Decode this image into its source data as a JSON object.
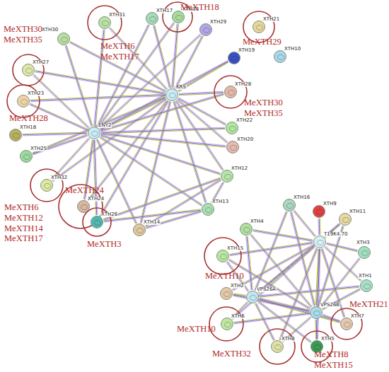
{
  "diagram": {
    "nodes": [
      {
        "text": [
          "XTH31"
        ]
      },
      {
        "text": [
          "XTH17"
        ]
      },
      {
        "text": [
          "XTH33"
        ]
      },
      {
        "text": [
          "XTH29"
        ]
      },
      {
        "text": [
          "XTH30"
        ]
      },
      {
        "text": [
          "XTH21"
        ]
      },
      {
        "text": [
          "XTH10"
        ]
      },
      {
        "text": [
          "XTH19"
        ]
      },
      {
        "text": [
          "XTH27"
        ]
      },
      {
        "text": [
          "KRS"
        ]
      },
      {
        "text": [
          "XTH28"
        ]
      },
      {
        "text": [
          "XTH23"
        ]
      },
      {
        "text": [
          "ENY2"
        ]
      },
      {
        "text": [
          "XTH22"
        ]
      },
      {
        "text": [
          "XTH18"
        ]
      },
      {
        "text": [
          "XTH20"
        ]
      },
      {
        "text": [
          "XTH25"
        ]
      },
      {
        "text": [
          "XTH12"
        ]
      },
      {
        "text": [
          "XTH32"
        ]
      },
      {
        "text": [
          "XTH24"
        ]
      },
      {
        "text": [
          "XTH26"
        ]
      },
      {
        "text": [
          "XTH13"
        ]
      },
      {
        "text": [
          "XTH14"
        ]
      },
      {
        "text": [
          "XTH16"
        ]
      },
      {
        "text": [
          "XTH9"
        ]
      },
      {
        "text": [
          "XTH11"
        ]
      },
      {
        "text": [
          "XTH4"
        ]
      },
      {
        "text": [
          "T19K4.70"
        ]
      },
      {
        "text": [
          "XTH3"
        ]
      },
      {
        "text": [
          "XTH15"
        ]
      },
      {
        "text": [
          "XTH1"
        ]
      },
      {
        "text": [
          "XTH2"
        ]
      },
      {
        "text": [
          "VPS26A"
        ]
      },
      {
        "text": [
          "XTH6"
        ]
      },
      {
        "text": [
          "VPS26B"
        ]
      },
      {
        "text": [
          "XTH7"
        ]
      },
      {
        "text": [
          "XTH8"
        ]
      },
      {
        "text": [
          "XTH5"
        ]
      }
    ],
    "edges": [
      {
        "from": 12,
        "to": 9,
        "arrow": "none"
      },
      {
        "from": 9,
        "to": 0,
        "arrow": "none"
      },
      {
        "from": 9,
        "to": 1,
        "arrow": "none"
      },
      {
        "from": 9,
        "to": 2,
        "arrow": "none"
      },
      {
        "from": 9,
        "to": 3,
        "arrow": "none"
      },
      {
        "from": 9,
        "to": 4,
        "arrow": "none"
      },
      {
        "from": 9,
        "to": 7,
        "arrow": "none"
      },
      {
        "from": 9,
        "to": 8,
        "arrow": "none"
      },
      {
        "from": 9,
        "to": 10,
        "arrow": "none"
      },
      {
        "from": 9,
        "to": 11,
        "arrow": "none"
      },
      {
        "from": 9,
        "to": 13,
        "arrow": "none"
      },
      {
        "from": 9,
        "to": 15,
        "arrow": "none"
      },
      {
        "from": 9,
        "to": 16,
        "arrow": "none"
      },
      {
        "from": 9,
        "to": 17,
        "arrow": "none"
      },
      {
        "from": 9,
        "to": 18,
        "arrow": "none"
      },
      {
        "from": 9,
        "to": 19,
        "arrow": "none"
      },
      {
        "from": 9,
        "to": 20,
        "arrow": "none"
      },
      {
        "from": 9,
        "to": 21,
        "arrow": "none"
      },
      {
        "from": 9,
        "to": 22,
        "arrow": "none"
      },
      {
        "from": 12,
        "to": 0,
        "arrow": "none"
      },
      {
        "from": 12,
        "to": 1,
        "arrow": "none"
      },
      {
        "from": 12,
        "to": 2,
        "arrow": "none"
      },
      {
        "from": 12,
        "to": 3,
        "arrow": "none"
      },
      {
        "from": 12,
        "to": 4,
        "arrow": "none"
      },
      {
        "from": 12,
        "to": 7,
        "arrow": "none"
      },
      {
        "from": 12,
        "to": 8,
        "arrow": "none"
      },
      {
        "from": 12,
        "to": 10,
        "arrow": "none"
      },
      {
        "from": 12,
        "to": 11,
        "arrow": "none"
      },
      {
        "from": 12,
        "to": 13,
        "arrow": "none"
      },
      {
        "from": 12,
        "to": 14,
        "arrow": "none"
      },
      {
        "from": 12,
        "to": 15,
        "arrow": "none"
      },
      {
        "from": 12,
        "to": 16,
        "arrow": "none"
      },
      {
        "from": 12,
        "to": 17,
        "arrow": "none"
      },
      {
        "from": 12,
        "to": 18,
        "arrow": "none"
      },
      {
        "from": 12,
        "to": 19,
        "arrow": "none"
      },
      {
        "from": 12,
        "to": 20,
        "arrow": "none"
      },
      {
        "from": 12,
        "to": 21,
        "arrow": "none"
      },
      {
        "from": 12,
        "to": 22,
        "arrow": "none"
      },
      {
        "from": 17,
        "to": 20,
        "arrow": "none"
      },
      {
        "from": 17,
        "to": 22,
        "arrow": "none"
      },
      {
        "from": 17,
        "to": 21,
        "arrow": "none"
      },
      {
        "from": 21,
        "to": 20,
        "arrow": "none"
      },
      {
        "from": 21,
        "to": 22,
        "arrow": "none"
      },
      {
        "from": 27,
        "to": 32,
        "arrow": "none"
      },
      {
        "from": 27,
        "to": 34,
        "arrow": "none"
      },
      {
        "from": 32,
        "to": 34,
        "arrow": "none"
      },
      {
        "from": 27,
        "to": 23,
        "arrow": "none"
      },
      {
        "from": 27,
        "to": 24,
        "arrow": "none"
      },
      {
        "from": 27,
        "to": 25,
        "arrow": "none"
      },
      {
        "from": 27,
        "to": 26,
        "arrow": "none"
      },
      {
        "from": 27,
        "to": 28,
        "arrow": "none"
      },
      {
        "from": 27,
        "to": 29,
        "arrow": "none"
      },
      {
        "from": 27,
        "to": 30,
        "arrow": "none"
      },
      {
        "from": 27,
        "to": 31,
        "arrow": "none"
      },
      {
        "from": 27,
        "to": 33,
        "arrow": "none"
      },
      {
        "from": 27,
        "to": 35,
        "arrow": "none"
      },
      {
        "from": 27,
        "to": 36,
        "arrow": "none"
      },
      {
        "from": 27,
        "to": 37,
        "arrow": "none"
      },
      {
        "from": 32,
        "to": 23,
        "arrow": "none"
      },
      {
        "from": 32,
        "to": 25,
        "arrow": "none"
      },
      {
        "from": 32,
        "to": 26,
        "arrow": "none"
      },
      {
        "from": 32,
        "to": 29,
        "arrow": "none"
      },
      {
        "from": 32,
        "to": 30,
        "arrow": "none"
      },
      {
        "from": 32,
        "to": 31,
        "arrow": "none"
      },
      {
        "from": 32,
        "to": 33,
        "arrow": "none"
      },
      {
        "from": 32,
        "to": 35,
        "arrow": "none"
      },
      {
        "from": 32,
        "to": 36,
        "arrow": "none"
      },
      {
        "from": 32,
        "to": 37,
        "arrow": "none"
      },
      {
        "from": 34,
        "to": 23,
        "arrow": "none"
      },
      {
        "from": 34,
        "to": 25,
        "arrow": "none"
      },
      {
        "from": 34,
        "to": 26,
        "arrow": "none"
      },
      {
        "from": 34,
        "to": 28,
        "arrow": "none"
      },
      {
        "from": 34,
        "to": 29,
        "arrow": "none"
      },
      {
        "from": 34,
        "to": 30,
        "arrow": "none"
      },
      {
        "from": 34,
        "to": 31,
        "arrow": "none"
      },
      {
        "from": 34,
        "to": 33,
        "arrow": "none"
      },
      {
        "from": 34,
        "to": 35,
        "arrow": "none"
      },
      {
        "from": 34,
        "to": 36,
        "arrow": "none"
      },
      {
        "from": 34,
        "to": 37,
        "arrow": "none"
      }
    ],
    "labels": [
      "MeXTH18",
      "MeXTH6 MeXTH17",
      "MeXTH29",
      "MeXTH30 MeXTH35",
      "MeXTH30 MeXTH35",
      "MeXTH28",
      "MeXTH24",
      "MeXTH6 MeXTH12 MeXTH14 MeXTH17",
      "MeXTH3",
      "MeXTH10",
      "MeXTH21",
      "MeXTH10",
      "MeXTH32",
      "MeXTH8 MeXTH15"
    ]
  }
}
